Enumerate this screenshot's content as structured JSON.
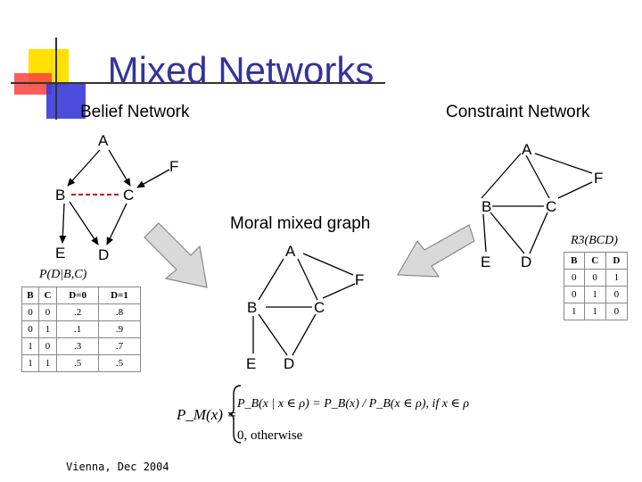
{
  "slide": {
    "title": "Mixed Networks",
    "belief_label": "Belief Network",
    "constraint_label": "Constraint Network",
    "moral_label": "Moral mixed graph",
    "footer": "Vienna, Dec 2004"
  },
  "belief_nodes": [
    "A",
    "F",
    "B",
    "C",
    "E",
    "D"
  ],
  "constraint_nodes": [
    "A",
    "F",
    "B",
    "C",
    "E",
    "D"
  ],
  "moral_nodes": [
    "A",
    "F",
    "B",
    "C",
    "E",
    "D"
  ],
  "cpt": {
    "caption": "P(D|B,C)",
    "headers": [
      "B",
      "C",
      "D=0",
      "D=1"
    ],
    "rows": [
      [
        "0",
        "0",
        ".2",
        ".8"
      ],
      [
        "0",
        "1",
        ".1",
        ".9"
      ],
      [
        "1",
        "0",
        ".3",
        ".7"
      ],
      [
        "1",
        "1",
        ".5",
        ".5"
      ]
    ]
  },
  "relation": {
    "caption": "R3(BCD)",
    "headers": [
      "B",
      "C",
      "D"
    ],
    "rows": [
      [
        "0",
        "0",
        "1"
      ],
      [
        "0",
        "1",
        "0"
      ],
      [
        "1",
        "1",
        "0"
      ]
    ]
  },
  "formula": {
    "lhs": "P_M(x) =",
    "case1": "P_B(x | x ∈ ρ) = P_B(x) / P_B(x ∈ ρ), if x ∈ ρ",
    "case2": "0, otherwise"
  },
  "colors": {
    "title": "#333399",
    "dashed_edge": "#cc0000",
    "arrow_fill": "#d9d9d9"
  }
}
